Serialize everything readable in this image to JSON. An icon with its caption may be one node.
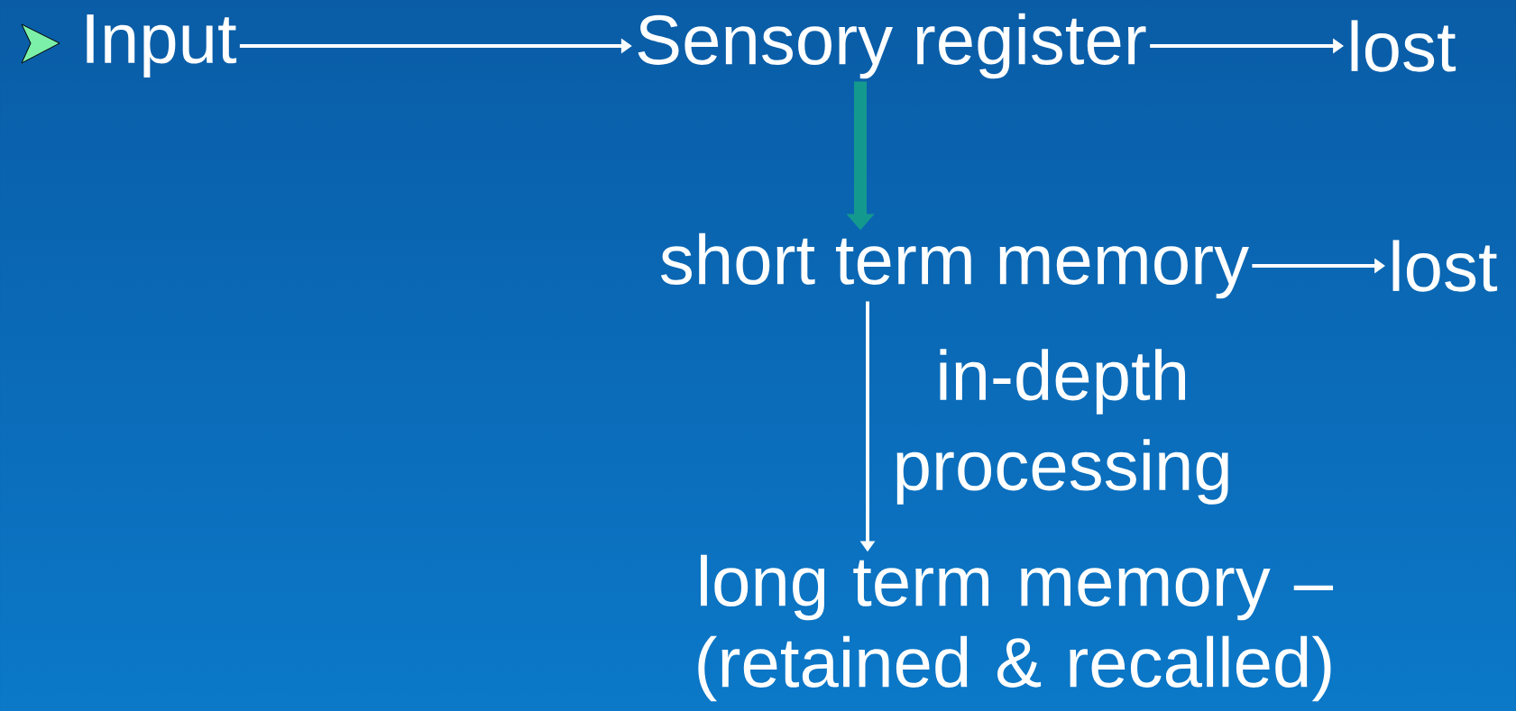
{
  "diagram": {
    "nodes": [
      {
        "text": [
          "Input"
        ]
      },
      {
        "text": [
          "Sensory register"
        ]
      },
      {
        "text": [
          "lost"
        ]
      },
      {
        "text": [
          "short term memory"
        ]
      },
      {
        "text": [
          "lost"
        ]
      },
      {
        "text": [
          "long term memory – (retained & recalled)"
        ]
      }
    ],
    "edges": [
      {
        "from": 0,
        "to": 1,
        "arrow": "to"
      },
      {
        "from": 1,
        "to": 2,
        "arrow": "to"
      },
      {
        "from": 1,
        "to": 3,
        "arrow": "to",
        "style": "thick",
        "color": "#14998e"
      },
      {
        "from": 3,
        "to": 4,
        "arrow": "to"
      },
      {
        "from": 3,
        "to": 5,
        "arrow": "to",
        "label": "in-depth processing"
      }
    ]
  }
}
